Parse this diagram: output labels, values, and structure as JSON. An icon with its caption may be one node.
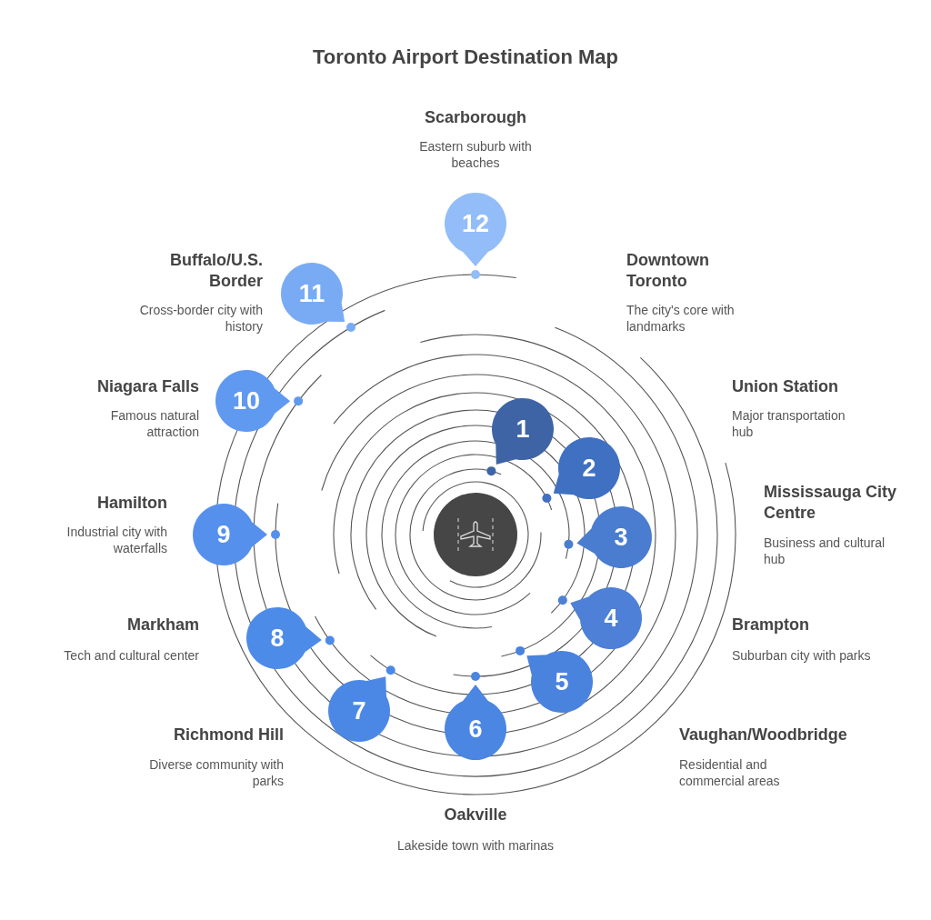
{
  "diagram": {
    "title": "Toronto Airport Destination Map",
    "nodes": [
      {
        "text": [
          "1"
        ],
        "beside": [
          "Downtown Toronto",
          "The city's core with landmarks"
        ]
      },
      {
        "text": [
          "2"
        ],
        "beside": [
          "Union Station",
          "Major transportation hub"
        ]
      },
      {
        "text": [
          "3"
        ],
        "beside": [
          "Mississauga City Centre",
          "Business and cultural hub"
        ]
      },
      {
        "text": [
          "4"
        ],
        "beside": [
          "Brampton",
          "Suburban city with parks"
        ]
      },
      {
        "text": [
          "5"
        ],
        "beside": [
          "Vaughan/Woodbridge",
          "Residential and commercial areas"
        ]
      },
      {
        "text": [
          "6"
        ],
        "beside": [
          "Oakville",
          "Lakeside town with marinas"
        ]
      },
      {
        "text": [
          "7"
        ],
        "beside": [
          "Richmond Hill",
          "Diverse community with parks"
        ]
      },
      {
        "text": [
          "8"
        ],
        "beside": [
          "Markham",
          "Tech and cultural center"
        ]
      },
      {
        "text": [
          "9"
        ],
        "beside": [
          "Hamilton",
          "Industrial city with waterfalls"
        ]
      },
      {
        "text": [
          "10"
        ],
        "beside": [
          "Niagara Falls",
          "Famous natural attraction"
        ]
      },
      {
        "text": [
          "11"
        ],
        "beside": [
          "Buffalo/U.S. Border",
          "Cross-border city with history"
        ]
      },
      {
        "text": [
          "12"
        ],
        "beside": [
          "Scarborough",
          "Eastern suburb with beaches"
        ]
      }
    ]
  }
}
